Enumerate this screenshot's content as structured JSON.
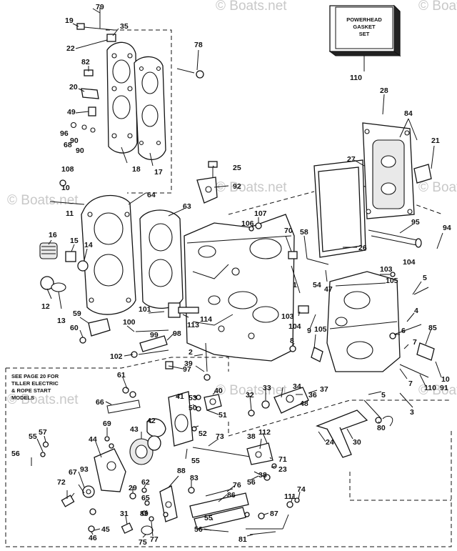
{
  "watermark": "© Boats.net",
  "kit_box": {
    "line1": "POWERHEAD",
    "line2": "GASKET",
    "line3": "SET",
    "ref": "110"
  },
  "note": {
    "line1": "SEE PAGE 20 FOR",
    "line2": "TILLER ELECTRIC",
    "line3": "& ROPE START",
    "line4": "MODELS"
  },
  "callouts": {
    "c79": "79",
    "c19": "19",
    "c35": "35",
    "c22": "22",
    "c78": "78",
    "c82": "82",
    "c20": "20",
    "c49": "49",
    "c96": "96",
    "c90a": "90",
    "c68": "68",
    "c90b": "90",
    "c18": "18",
    "c17": "17",
    "c108": "108",
    "c10": "10",
    "c11": "11",
    "c64": "64",
    "c25": "25",
    "c92": "92",
    "c63": "63",
    "c16": "16",
    "c15": "15",
    "c14": "14",
    "c12": "12",
    "c13": "13",
    "c107": "107",
    "c106": "106",
    "c70": "70",
    "c58": "58",
    "c1": "1",
    "c54": "54",
    "c47": "47",
    "c103a": "103",
    "c104a": "104",
    "c105a": "105",
    "c28": "28",
    "c84": "84",
    "c21": "21",
    "c27": "27",
    "c95": "95",
    "c26": "26",
    "c94": "94",
    "c5a": "5",
    "c101": "101",
    "c59": "59",
    "c60": "60",
    "c100": "100",
    "c99": "99",
    "c98": "98",
    "c113": "113",
    "c114": "114",
    "c102": "102",
    "c2": "2",
    "c39": "39",
    "c97": "97",
    "c103b": "103",
    "c104b": "104",
    "c105b": "105",
    "c9": "9",
    "c8": "8",
    "c4": "4",
    "c6": "6",
    "c85": "85",
    "c7a": "7",
    "c7b": "7",
    "c110": "110",
    "c91": "91",
    "c10b": "10",
    "c5b": "5",
    "c3": "3",
    "c80": "80",
    "c61": "61",
    "c66": "66",
    "c41": "41",
    "c53": "53",
    "c40": "40",
    "c50": "50",
    "c51": "51",
    "c42": "42",
    "c52": "52",
    "c32": "32",
    "c33": "33",
    "c34": "34",
    "c36": "36",
    "c37": "37",
    "c48": "48",
    "c24": "24",
    "c30": "30",
    "c57": "57",
    "c55a": "55",
    "c56a": "56",
    "c69": "69",
    "c44": "44",
    "c43": "43",
    "c73": "73",
    "c55b": "55",
    "c38a": "38",
    "c112": "112",
    "c71": "71",
    "c23": "23",
    "c56b": "56",
    "c38b": "38",
    "c67": "67",
    "c93": "93",
    "c72": "72",
    "c88": "88",
    "c83": "83",
    "c76": "76",
    "c86": "86",
    "c29": "29",
    "c62": "62",
    "c65": "65",
    "c89": "89",
    "c111": "111",
    "c74": "74",
    "c87": "87",
    "c55c": "55",
    "c56c": "56",
    "c45": "45",
    "c46": "46",
    "c31": "31",
    "c75": "75",
    "c77": "77",
    "c81": "81"
  }
}
